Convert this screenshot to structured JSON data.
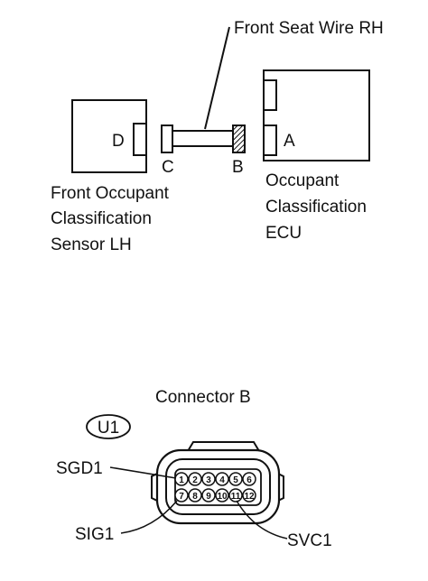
{
  "wire_label": "Front Seat Wire RH",
  "sensor": {
    "connector_letter": "D",
    "label_lines": [
      "Front Occupant",
      "Classification",
      "Sensor LH"
    ]
  },
  "wire_ends": {
    "left": "C",
    "right": "B"
  },
  "ecu": {
    "connector_letter": "A",
    "label_lines": [
      "Occupant",
      "Classification",
      "ECU"
    ]
  },
  "connector": {
    "title": "Connector B",
    "code": "U1",
    "top_pins": [
      "1",
      "2",
      "3",
      "4",
      "5",
      "6"
    ],
    "bottom_pins": [
      "7",
      "8",
      "9",
      "10",
      "11",
      "12"
    ],
    "callouts": {
      "sgd1": "SGD1",
      "sig1": "SIG1",
      "svc1": "SVC1"
    }
  },
  "colors": {
    "line": "#111111",
    "background": "#ffffff"
  }
}
